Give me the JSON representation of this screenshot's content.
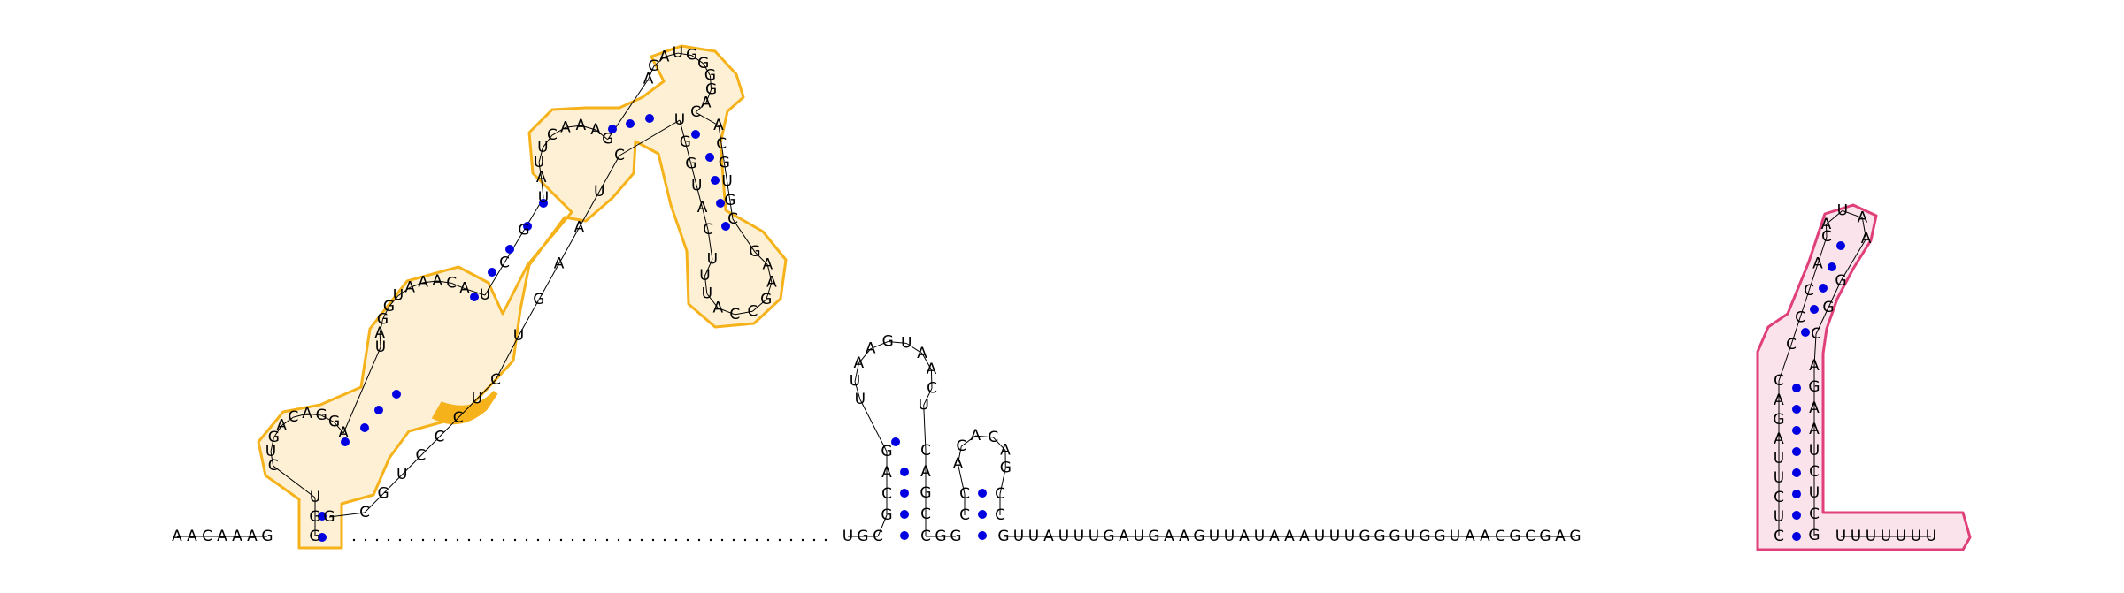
{
  "diagram": {
    "type": "rna-secondary-structure",
    "colors": {
      "base_text": "#000000",
      "pair_dot": "#0000e0",
      "backbone": "#000000",
      "domain_outline_orange": "#f5b21a",
      "domain_fill_orange": "#fdf0d5",
      "domain_highlight_orange": "#f5b21a",
      "domain_outline_pink": "#e0407a",
      "domain_fill_pink": "#fbe3ec"
    },
    "sequences": {
      "five_prime_tail": "AACAAAG",
      "orange_domain": "GGUCUGACAGGAUAGGUAAACAUCGUAUUCAAAGAGAUGGGGACACGUGCGAAGCCAUUUCAUGGUCUAAGUCUCCCUGCG",
      "middle_hairpin_1": "UGCGCAGUUAAGUAACUCAGCCGG",
      "middle_hairpin_2": "CCACACAGCC",
      "long_tail": "GUUAUUUGAUGAAGUUAUAAAUUUGGGUGGUAACGCGAG",
      "pink_domain": "CUCUUAGACCCCACAUAAGGCAGAAUCUCG",
      "three_prime_tail": "UUUUUUU"
    },
    "dotted_backbone_note": ""
  }
}
